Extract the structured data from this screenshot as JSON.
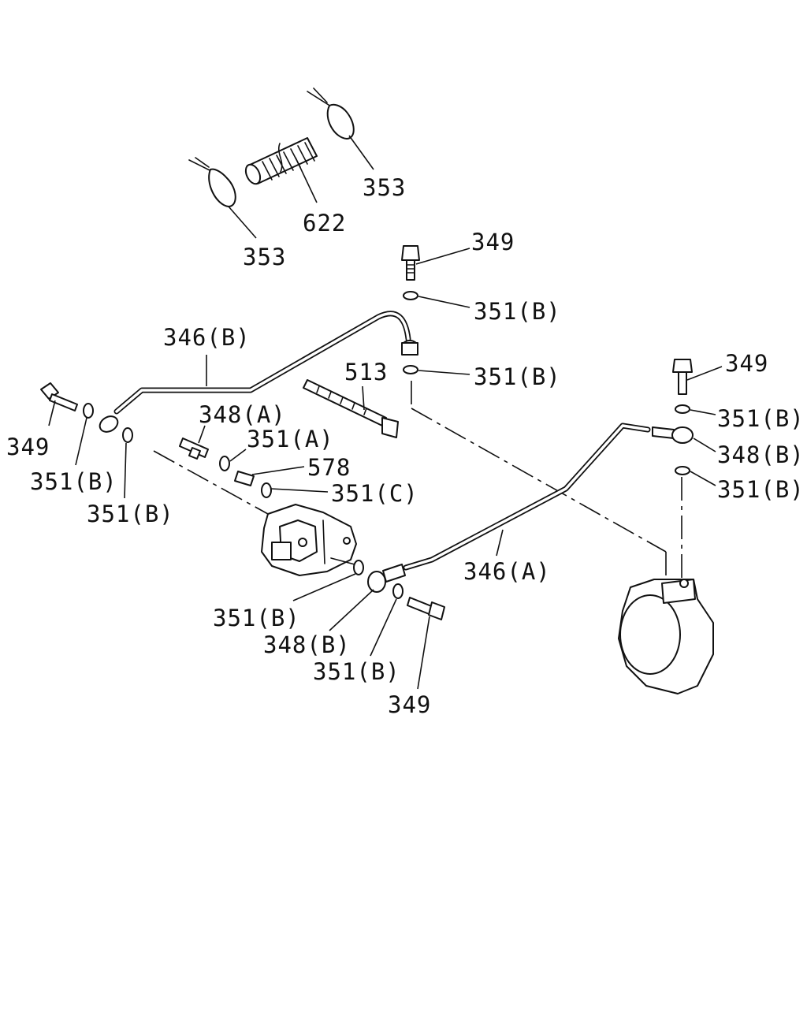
{
  "labels": {
    "p353_top": "353",
    "p622": "622",
    "p353_left": "353",
    "p349_top": "349",
    "p351b_1": "351(B)",
    "p346b": "346(B)",
    "p513": "513",
    "p351b_2": "351(B)",
    "p349_right": "349",
    "p348a": "348(A)",
    "p351a": "351(A)",
    "p578": "578",
    "p351c": "351(C)",
    "p351b_3": "351(B)",
    "p348b_right": "348(B)",
    "p351b_4": "351(B)",
    "p349_left": "349",
    "p351b_5": "351(B)",
    "p351b_6": "351(B)",
    "p346a": "346(A)",
    "p351b_7": "351(B)",
    "p348b_bottom": "348(B)",
    "p351b_8": "351(B)",
    "p349_bottom": "349"
  }
}
